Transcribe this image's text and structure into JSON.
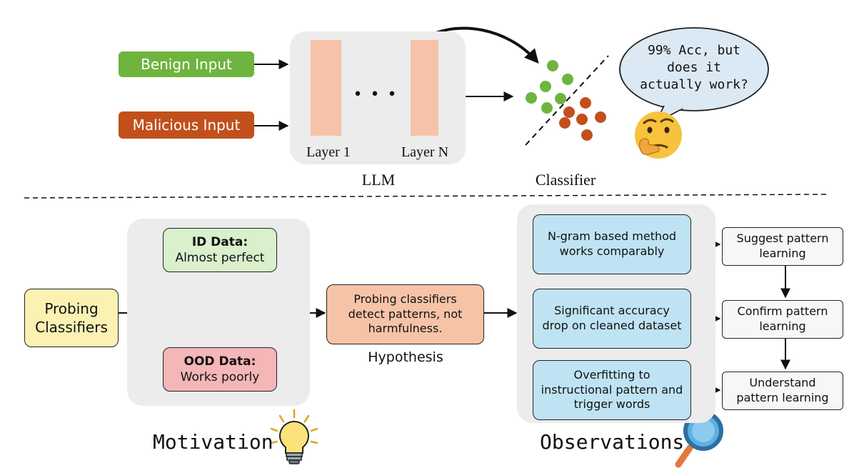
{
  "top": {
    "benign_input": "Benign Input",
    "malicious_input": "Malicious Input",
    "layer_1": "Layer 1",
    "layer_n": "Layer N",
    "ellipsis": "• • •",
    "llm_label": "LLM",
    "classifier_label": "Classifier",
    "speech_bubble": "99% Acc, but does it actually work?"
  },
  "motivation": {
    "probing_classifiers": "Probing Classifiers",
    "id_data_title": "ID Data:",
    "id_data_text": "Almost perfect",
    "ood_data_title": "OOD Data:",
    "ood_data_text": "Works poorly",
    "hypothesis_box": "Probing classifiers detect patterns, not harmfulness.",
    "hypothesis_label": "Hypothesis",
    "section_label": "Motivation"
  },
  "observations": {
    "items": [
      {
        "observation": "N-gram based method works comparably",
        "conclusion": "Suggest pattern learning"
      },
      {
        "observation": "Significant accuracy drop on cleaned dataset",
        "conclusion": "Confirm pattern learning"
      },
      {
        "observation": "Overfitting to instructional pattern and trigger words",
        "conclusion": "Understand pattern learning"
      }
    ],
    "section_label": "Observations"
  },
  "colors": {
    "benign": "#6eb43f",
    "malicious": "#c2501d",
    "layer_bar": "#f6c2a8",
    "dot_green": "#6eb43f",
    "dot_brown": "#c2501d"
  }
}
